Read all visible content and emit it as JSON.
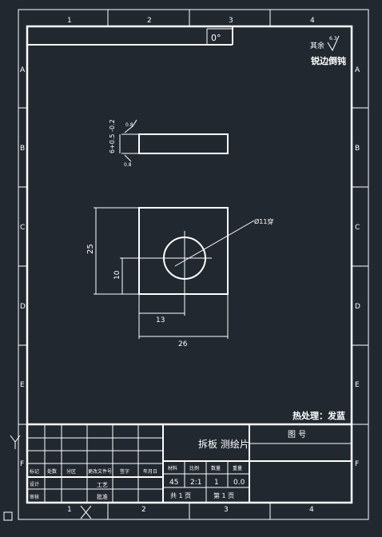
{
  "frame": {
    "zone_numbers": [
      "1",
      "2",
      "3",
      "4"
    ],
    "zone_letters": [
      "A",
      "B",
      "C",
      "D",
      "E",
      "F"
    ]
  },
  "drawing": {
    "angle_box": "0°",
    "surface_note_prefix": "其余",
    "surface_roughness": "6.3",
    "edge_note": "锐边倒钝",
    "thickness_tolerance": "6+0.5 -0.2",
    "flatness_symbol_top": "0.8",
    "flatness_symbol_bottom": "0.8",
    "hole_label": "Ø11穿",
    "dim_height": "25",
    "dim_hole_y": "10",
    "dim_hole_x": "13",
    "dim_width": "26",
    "heat_treatment": "热处理：发蓝"
  },
  "title_block": {
    "part_name": "拆板 测绘片",
    "drawing_no_label": "图 号",
    "rev_headers": [
      "标记",
      "处数",
      "分区",
      "更改文件号",
      "签字",
      "年月日"
    ],
    "rows_left": [
      "设计",
      "审核",
      "工艺",
      "批准"
    ],
    "prop_headers": [
      "材料",
      "比例",
      "数量",
      "重量"
    ],
    "prop_values": [
      "45",
      "2:1",
      "1",
      "0.0"
    ],
    "sheets_total": "共 1 页",
    "sheet_number": "第 1 页"
  }
}
